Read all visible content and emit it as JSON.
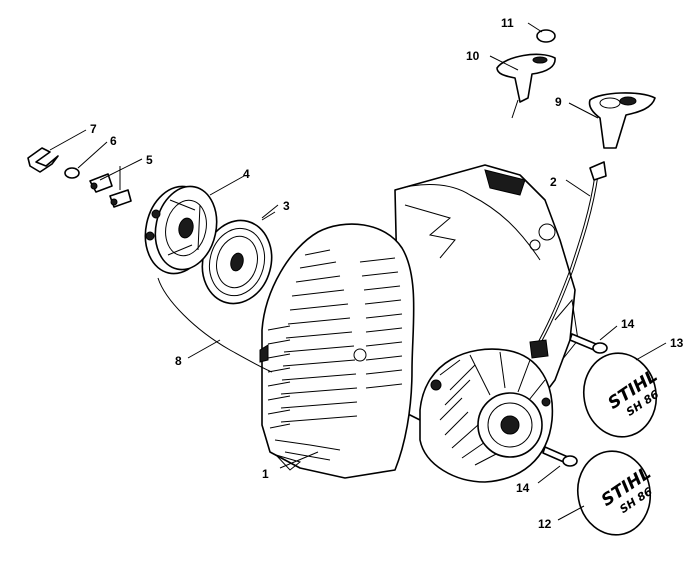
{
  "callouts": {
    "c1": "1",
    "c2": "2",
    "c3": "3",
    "c4": "4",
    "c5": "5",
    "c6": "6",
    "c7": "7",
    "c8": "8",
    "c9": "9",
    "c10": "10",
    "c11": "11",
    "c12": "12",
    "c13": "13",
    "c14a": "14",
    "c14b": "14"
  },
  "badges": {
    "upper_brand": "STIHL",
    "upper_model": "SH 86",
    "lower_brand": "STIHL",
    "lower_model": "SH 86"
  }
}
